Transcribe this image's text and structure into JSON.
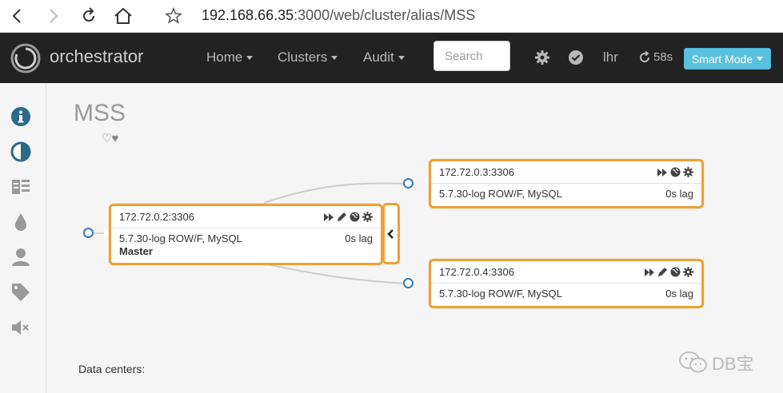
{
  "browser": {
    "url_host": "192.168.66.35",
    "url_path": ":3000/web/cluster/alias/MSS"
  },
  "navbar": {
    "brand": "orchestrator",
    "menu": [
      {
        "label": "Home"
      },
      {
        "label": "Clusters"
      },
      {
        "label": "Audit"
      }
    ],
    "search_placeholder": "Search",
    "period": "lhr",
    "refresh": "58s",
    "mode_button": "Smart Mode"
  },
  "sidebar": {
    "items": [
      {
        "icon": "info-icon"
      },
      {
        "icon": "half-circle-icon"
      },
      {
        "icon": "table-icon"
      },
      {
        "icon": "drop-icon"
      },
      {
        "icon": "user-icon"
      },
      {
        "icon": "tag-icon"
      },
      {
        "icon": "mute-icon"
      }
    ]
  },
  "cluster": {
    "title": "MSS",
    "hearts": "♡♥",
    "data_centers_label": "Data centers:"
  },
  "instances": {
    "master": {
      "host": "172.72.0.2:3306",
      "version": "5.7.30-log ROW/F, MySQL",
      "lag": "0s lag",
      "role": "Master"
    },
    "replica1": {
      "host": "172.72.0.3:3306",
      "version": "5.7.30-log ROW/F, MySQL",
      "lag": "0s lag"
    },
    "replica2": {
      "host": "172.72.0.4:3306",
      "version": "5.7.30-log ROW/F, MySQL",
      "lag": "0s lag"
    }
  },
  "watermark": "DB宝",
  "colors": {
    "navbar": "#222222",
    "accent_orange": "#f0a030",
    "smart_button": "#5bc0de",
    "sidebar_icon": "#2a6a8a",
    "port_blue": "#337ab7"
  }
}
